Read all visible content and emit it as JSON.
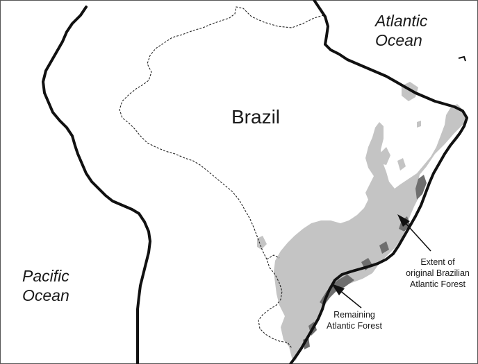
{
  "map": {
    "labels": {
      "atlantic_line1": "Atlantic",
      "atlantic_line2": "Ocean",
      "pacific_line1": "Pacific",
      "pacific_line2": "Ocean",
      "country": "Brazil",
      "extent_line1": "Extent of",
      "extent_line2": "original Brazilian",
      "extent_line3": "Atlantic Forest",
      "remaining_line1": "Remaining",
      "remaining_line2": "Atlantic Forest"
    },
    "colors": {
      "coastline": "#111111",
      "border": "#222222",
      "original_forest": "#c4c4c4",
      "remaining_forest": "#6e6e6e",
      "frame": "#555555"
    }
  }
}
